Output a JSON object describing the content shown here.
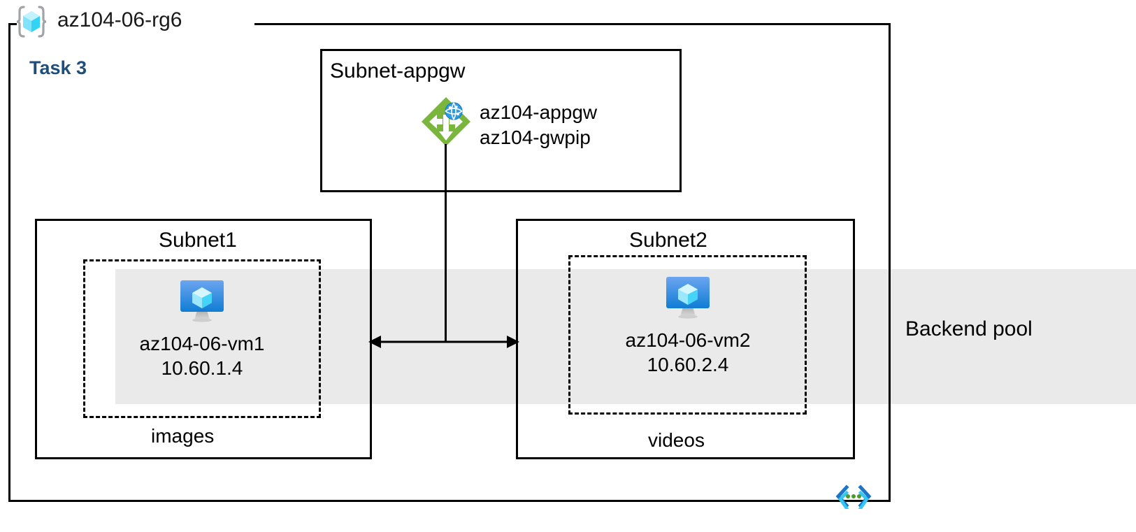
{
  "diagram": {
    "resource_group": {
      "name": "az104-06-rg6",
      "icon": "resource-group-icon"
    },
    "task_label": "Task 3",
    "backend_pool": {
      "label": "Backend pool",
      "band_color": "#eaeaea"
    },
    "subnets": [
      {
        "id": "subnet-appgw",
        "title": "Subnet-appgw",
        "resources": [
          {
            "icon": "application-gateway-icon",
            "lines": [
              "az104-appgw",
              "az104-gwpip"
            ]
          }
        ]
      },
      {
        "id": "subnet1",
        "title": "Subnet1",
        "storage_label": "images",
        "vm": {
          "icon": "virtual-machine-icon",
          "name": "az104-06-vm1",
          "ip": "10.60.1.4"
        }
      },
      {
        "id": "subnet2",
        "title": "Subnet2",
        "storage_label": "videos",
        "vm": {
          "icon": "virtual-machine-icon",
          "name": "az104-06-vm2",
          "ip": "10.60.2.4"
        }
      }
    ],
    "code_icon": "code-brackets-icon",
    "colors": {
      "task_accent": "#1F4E79",
      "appgw_green": "#7AB63C",
      "vm_blue": "#0078D4",
      "cube_cyan": "#50E6FF",
      "band_grey": "#eaeaea",
      "stroke": "#000000"
    }
  }
}
